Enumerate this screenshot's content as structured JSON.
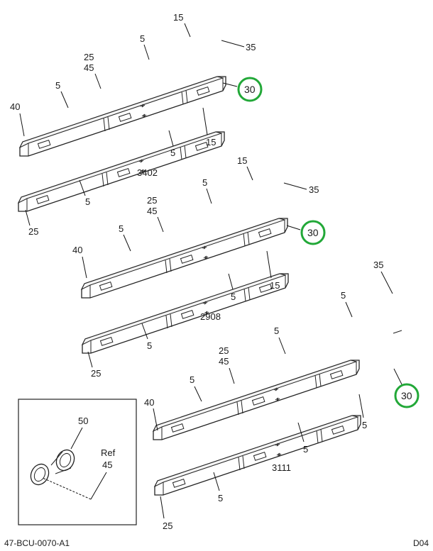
{
  "footer": {
    "left": "47-BCU-0070-A1",
    "right": "D04"
  },
  "group_labels": {
    "g1": "3402",
    "g2": "2908",
    "g3": "3111"
  },
  "callouts": {
    "c1_15": "15",
    "c1_35": "35",
    "c1_5a": "5",
    "c1_25": "25",
    "c1_45": "45",
    "c1_5b": "5",
    "c1_40": "40",
    "c1_30": "30",
    "c1_5c": "5",
    "c1_15b": "15",
    "c1_5d": "5",
    "c1_25b": "25",
    "c2_15": "15",
    "c2_35": "35",
    "c2_5a": "5",
    "c2_25": "25",
    "c2_45": "45",
    "c2_5b": "5",
    "c2_40": "40",
    "c2_30": "30",
    "c2_5c": "5",
    "c2_15b": "15",
    "c2_5d": "5",
    "c2_25b": "25",
    "c3_35": "35",
    "c3_5a": "5",
    "c3_5b": "5",
    "c3_25": "25",
    "c3_45": "45",
    "c3_5c": "5",
    "c3_40": "40",
    "c3_30": "30",
    "c3_5d": "5",
    "c3_5e": "5",
    "c3_5f": "5",
    "c3_25b": "25"
  },
  "inset": {
    "part": "50",
    "ref_label": "Ref",
    "ref_num": "45"
  },
  "highlight_color": "#22a838"
}
